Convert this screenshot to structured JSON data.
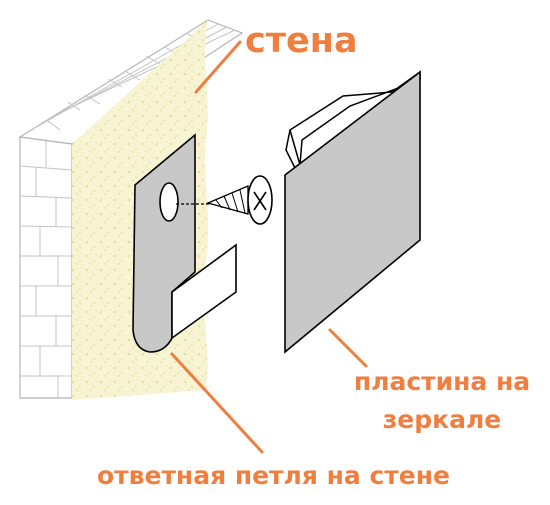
{
  "labels": {
    "wall": "стена",
    "plate_line1": "пластина на",
    "plate_line2": "зеркале",
    "loop": "ответная петля на стене"
  },
  "colors": {
    "label": "#f07f3f",
    "plate_fill": "#c8c8c8",
    "plaster_fill": "#f6f4d2",
    "brick_stroke": "#b5b5b5",
    "outline": "#000000"
  }
}
